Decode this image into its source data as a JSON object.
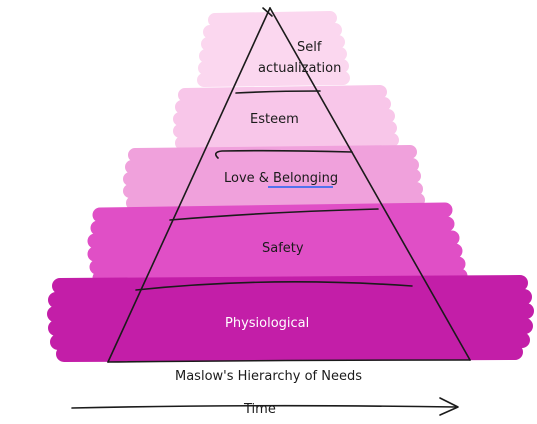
{
  "diagram": {
    "levels": [
      {
        "key": "self",
        "label_lines": [
          "Self",
          "actualization"
        ]
      },
      {
        "key": "esteem",
        "label_lines": [
          "Esteem"
        ]
      },
      {
        "key": "love",
        "label_lines": [
          "Love & Belonging"
        ],
        "underlined_word": "Belonging"
      },
      {
        "key": "safety",
        "label_lines": [
          "Safety"
        ]
      },
      {
        "key": "physiological",
        "label_lines": [
          "Physiological"
        ]
      }
    ],
    "caption": "Maslow's Hierarchy of Needs",
    "arrow_label": "Time",
    "colors": {
      "ink": "#1b1b1b",
      "band_self": "#fbd7ef",
      "band_esteem": "#f8c6e9",
      "band_love": "#f0a1dc",
      "band_safety": "#e04fc6",
      "band_physio": "#c31ea8",
      "underline": "#3b6cf0"
    }
  }
}
